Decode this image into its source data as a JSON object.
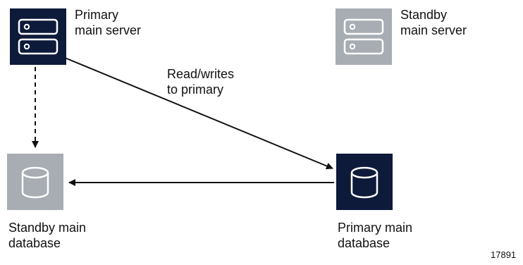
{
  "nodes": {
    "primary_server": {
      "label_line1": "Primary",
      "label_line2": "main server",
      "icon": "server-icon",
      "color": "#0d1a3a"
    },
    "standby_server": {
      "label_line1": "Standby",
      "label_line2": "main server",
      "icon": "server-icon",
      "color": "#a7adb3"
    },
    "standby_database": {
      "label_line1": "Standby main",
      "label_line2": "database",
      "icon": "database-icon",
      "color": "#a7adb3"
    },
    "primary_database": {
      "label_line1": "Primary main",
      "label_line2": "database",
      "icon": "database-icon",
      "color": "#0d1a3a"
    }
  },
  "edges": {
    "readwrite_line1": "Read/writes",
    "readwrite_line2": "to primary"
  },
  "figure_id": "17891"
}
